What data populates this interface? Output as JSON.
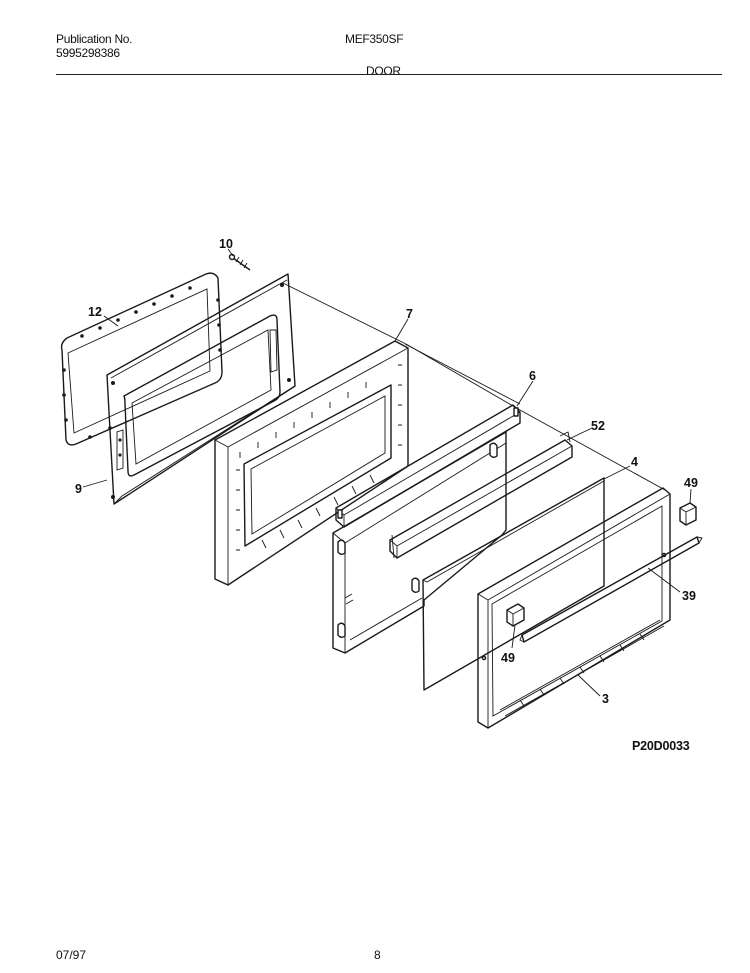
{
  "header": {
    "publication_label": "Publication No.",
    "publication_number": "5995298386",
    "model": "MEF350SF",
    "section_title": "DOOR"
  },
  "callouts": {
    "c10": "10",
    "c12": "12",
    "c9": "9",
    "c7": "7",
    "c6": "6",
    "c52": "52",
    "c4": "4",
    "c49a": "49",
    "c39": "39",
    "c49b": "49",
    "c3": "3"
  },
  "figure_code": "P20D0033",
  "footer": {
    "date": "07/97",
    "page": "8"
  }
}
